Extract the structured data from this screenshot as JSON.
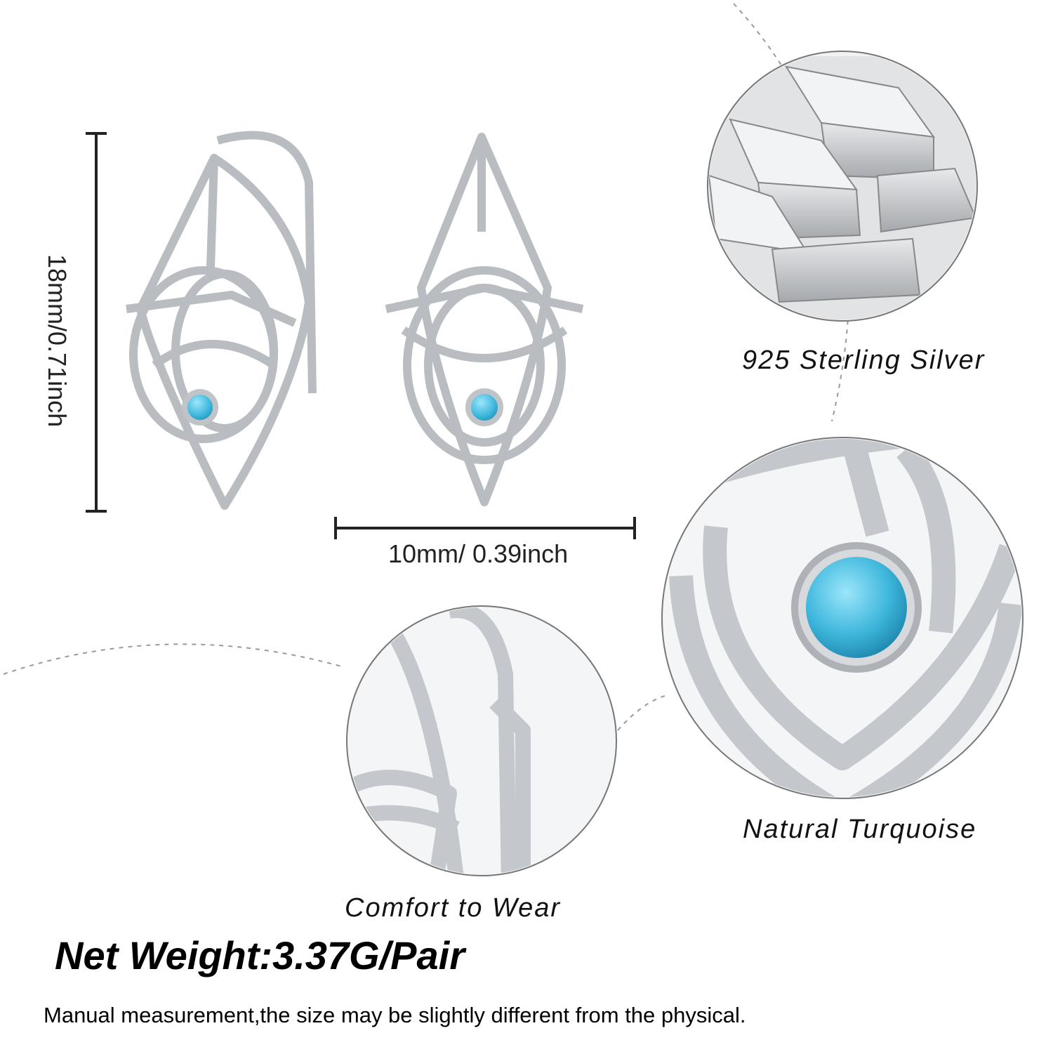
{
  "product": {
    "height_label": "18mm/0.71inch",
    "width_label": "10mm/ 0.39inch",
    "net_weight": "Net Weight:3.37G/Pair",
    "disclaimer": "Manual measurement,the size may be slightly different from the physical."
  },
  "features": [
    {
      "label": "925 Sterling Silver",
      "icon": "silver-bars-icon"
    },
    {
      "label": "Natural Turquoise",
      "icon": "turquoise-stone-icon"
    },
    {
      "label": "Comfort to Wear",
      "icon": "lever-back-hinge-icon"
    }
  ],
  "colors": {
    "silver": "#c9ccd0",
    "silver_dark": "#8e9297",
    "turquoise": "#3fb7dc",
    "text": "#111111"
  }
}
